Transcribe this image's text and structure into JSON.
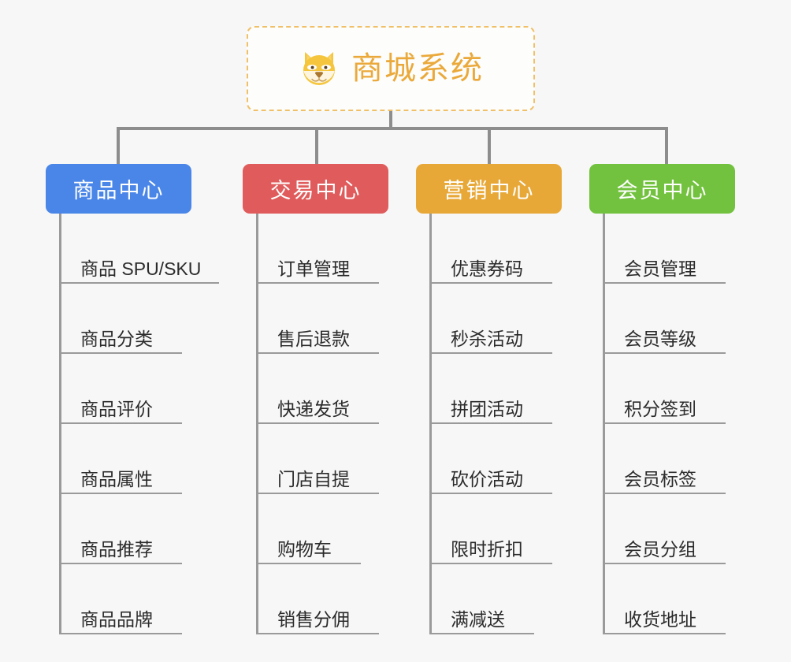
{
  "root": {
    "title": "商城系统",
    "icon": "shiba-dog-icon",
    "border_color": "#f0c068",
    "text_color": "#eaa93a",
    "background": "#fdfdfc"
  },
  "canvas": {
    "background": "#f7f7f7",
    "connector_color": "#8d8d8d",
    "spine_color": "#9a9a9a",
    "leaf_text_color": "#2b2b2b"
  },
  "columns": [
    {
      "header": "商品中心",
      "color": "#4a86e8",
      "leaves": [
        "商品 SPU/SKU",
        "商品分类",
        "商品评价",
        "商品属性",
        "商品推荐",
        "商品品牌"
      ]
    },
    {
      "header": "交易中心",
      "color": "#e05c5c",
      "leaves": [
        "订单管理",
        "售后退款",
        "快递发货",
        "门店自提",
        "购物车",
        "销售分佣"
      ]
    },
    {
      "header": "营销中心",
      "color": "#e8a838",
      "leaves": [
        "优惠券码",
        "秒杀活动",
        "拼团活动",
        "砍价活动",
        "限时折扣",
        "满减送"
      ]
    },
    {
      "header": "会员中心",
      "color": "#73c23f",
      "leaves": [
        "会员管理",
        "会员等级",
        "积分签到",
        "会员标签",
        "会员分组",
        "收货地址"
      ]
    }
  ]
}
